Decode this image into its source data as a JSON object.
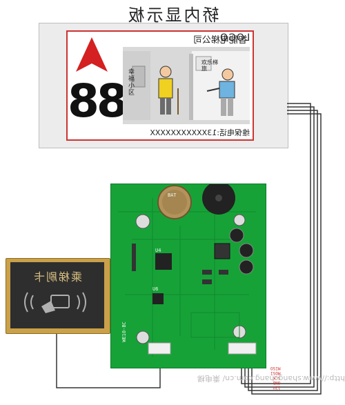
{
  "title": "轿内显示板",
  "display": {
    "logo": "LOGO",
    "company": "智能电梯公司",
    "floor": "88",
    "hotline": "维保电话:13XXXXXXXXXXX",
    "scene_signs": [
      "幸福小区",
      "欢乐梯旅"
    ]
  },
  "card_reader": {
    "label": "乘梯刷卡"
  },
  "board": {
    "labels": [
      "WE10-BC",
      "U4",
      "U6",
      "BAT",
      "12V",
      "GND",
      "SCK",
      "MOSI",
      "MISO"
    ]
  },
  "watermark": "http://www.shangchang.com.cn/ 乘电梯"
}
